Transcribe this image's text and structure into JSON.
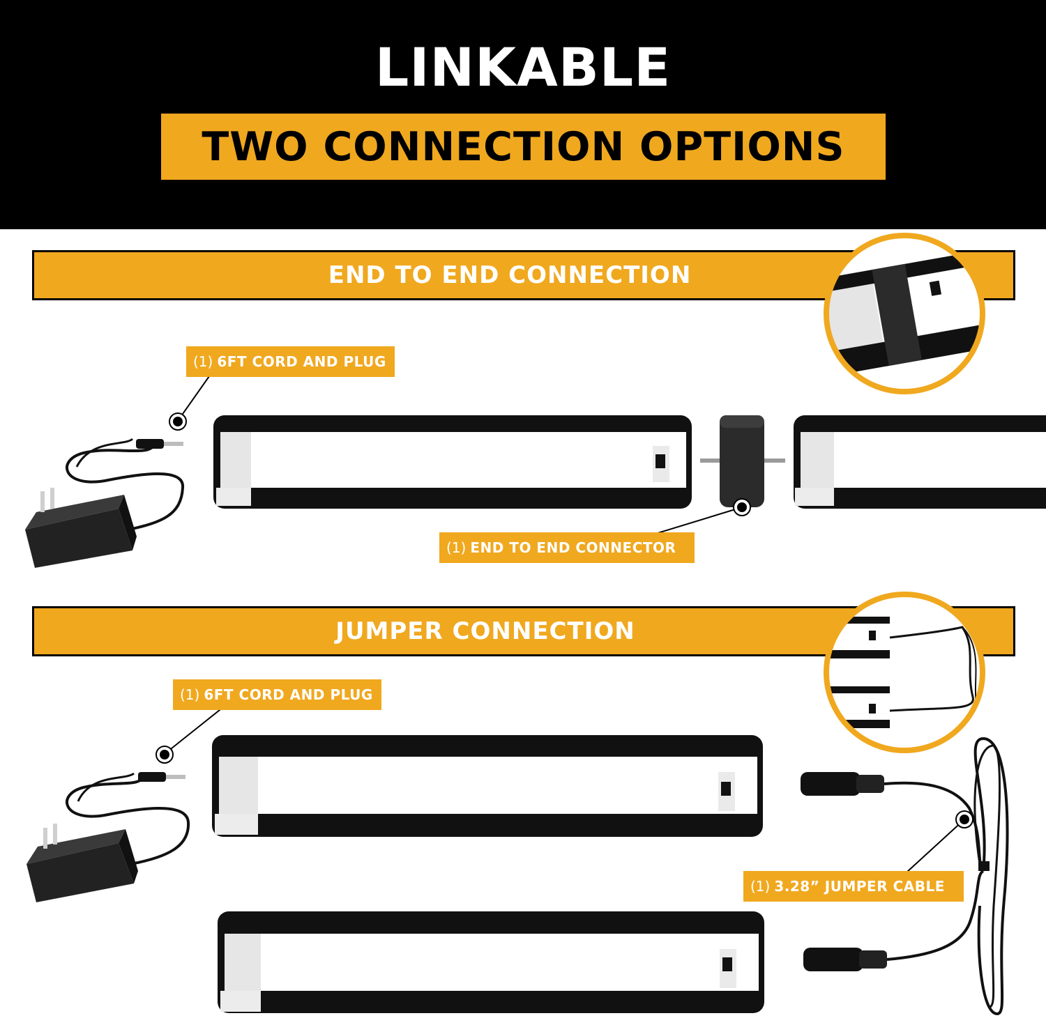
{
  "colors": {
    "accent": "#f0a81f",
    "black": "#000000",
    "white": "#ffffff"
  },
  "header": {
    "title": "LINKABLE",
    "subtitle": "TWO CONNECTION OPTIONS"
  },
  "end_to_end": {
    "banner": "END TO END CONNECTION",
    "cord_label_qty": "(1)",
    "cord_label_text": "6FT CORD AND PLUG",
    "connector_label_qty": "(1)",
    "connector_label_text": "END TO END CONNECTOR"
  },
  "jumper": {
    "banner": "JUMPER CONNECTION",
    "cord_label_qty": "(1)",
    "cord_label_text": "6FT CORD AND PLUG",
    "cable_label_qty": "(1)",
    "cable_label_text": "3.28” JUMPER CABLE"
  },
  "icons": [
    "power-adapter-icon",
    "light-bar",
    "connector-block",
    "jumper-cable",
    "zoom-detail"
  ]
}
